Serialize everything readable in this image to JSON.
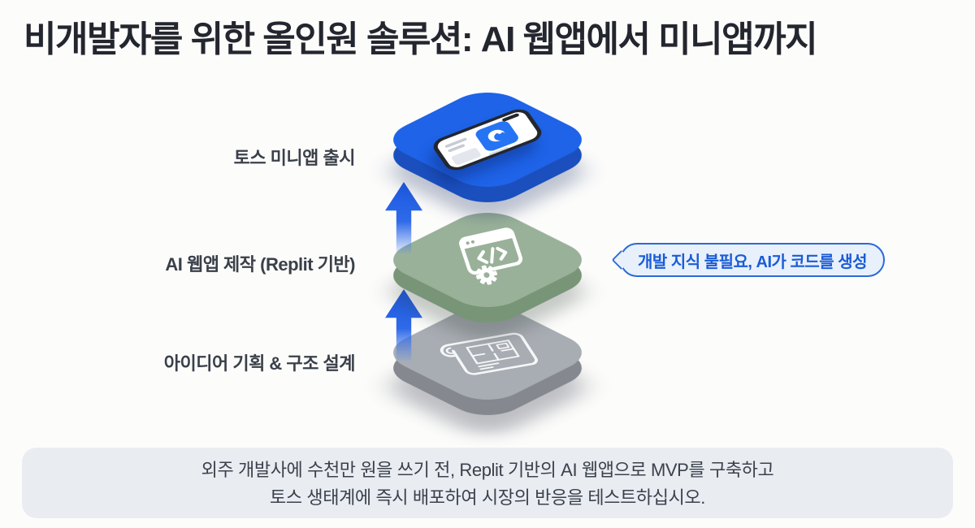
{
  "title": "비개발자를 위한 올인원 솔루션: AI 웹앱에서 미니앱까지",
  "stack": {
    "layers": [
      {
        "label": "토스 미니앱 출시",
        "icon": "smartphone-toss-app-icon"
      },
      {
        "label": "AI 웹앱 제작 (Replit 기반)",
        "icon": "code-window-gear-icon"
      },
      {
        "label": "아이디어 기획 & 구조 설계",
        "icon": "blueprint-scroll-icon"
      }
    ],
    "arrow_icon": "up-arrow-icon"
  },
  "callout": {
    "text": "개발 지식 불필요, AI가 코드를 생성"
  },
  "footer": {
    "line1": "외주 개발사에 수천만 원을 쓰기 전, Replit 기반의 AI 웹앱으로 MVP를 구축하고",
    "line2": "토스 생태계에 즉시 배포하여 시장의 반응을 테스트하십시오."
  },
  "colors": {
    "canvas-bg": "#fcfcfb",
    "title-text": "#23262e",
    "label-text": "#3a4049",
    "layer-blue-top": "#1e63e8",
    "layer-blue-side": "#1a4fbd",
    "layer-green-top": "#99b198",
    "layer-green-side": "#789577",
    "layer-gray-top": "#a8acb3",
    "layer-gray-side": "#85898f",
    "arrow-blue": "#1b58e2",
    "callout-bg": "#e8f0fc",
    "callout-border": "#2a6ad9",
    "callout-text": "#1a5cd6",
    "footer-bg": "#e9edf2",
    "footer-text": "#3b414c",
    "phone-frame": "#23272f",
    "phone-card-blue": "#2574f4"
  }
}
